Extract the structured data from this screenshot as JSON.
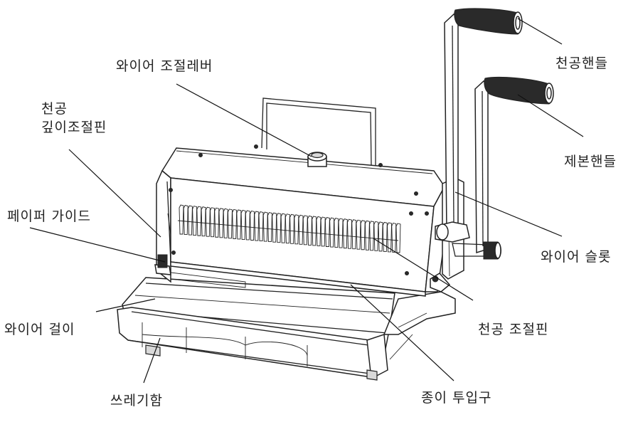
{
  "labels": {
    "punch_handle": "천공핸들",
    "wire_adjust_lever": "와이어 조절레버",
    "punch_depth_pin_line1": "천공",
    "punch_depth_pin_line2": "깊이조절핀",
    "binding_handle": "제본핸들",
    "paper_guide": "페이퍼 가이드",
    "wire_slot": "와이어 슬롯",
    "wire_hanger": "와이어 걸이",
    "punch_adjust_pin": "천공 조절핀",
    "waste_bin": "쓰레기함",
    "paper_inlet": "종이 투입구"
  },
  "colors": {
    "line": "#222222",
    "grip": "#2a2a2a",
    "background": "#ffffff"
  }
}
